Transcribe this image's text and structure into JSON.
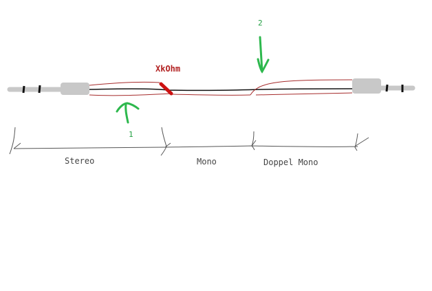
{
  "colors": {
    "background": "#ffffff",
    "plug": "#c8c8c8",
    "plug_stripe": "#111111",
    "wire_black": "#111111",
    "wire_red": "#a52a2a",
    "resistor": "#cc1111",
    "resistor_label": "#b22222",
    "arrow": "#2db84d",
    "arrow_label": "#22a042",
    "bracket": "#555555",
    "section_label": "#444444"
  },
  "annotations": {
    "resistor_label": "XkOhm",
    "arrow1_label": "1",
    "arrow2_label": "2"
  },
  "sections": {
    "stereo": "Stereo",
    "mono": "Mono",
    "doppel_mono": "Doppel Mono"
  }
}
